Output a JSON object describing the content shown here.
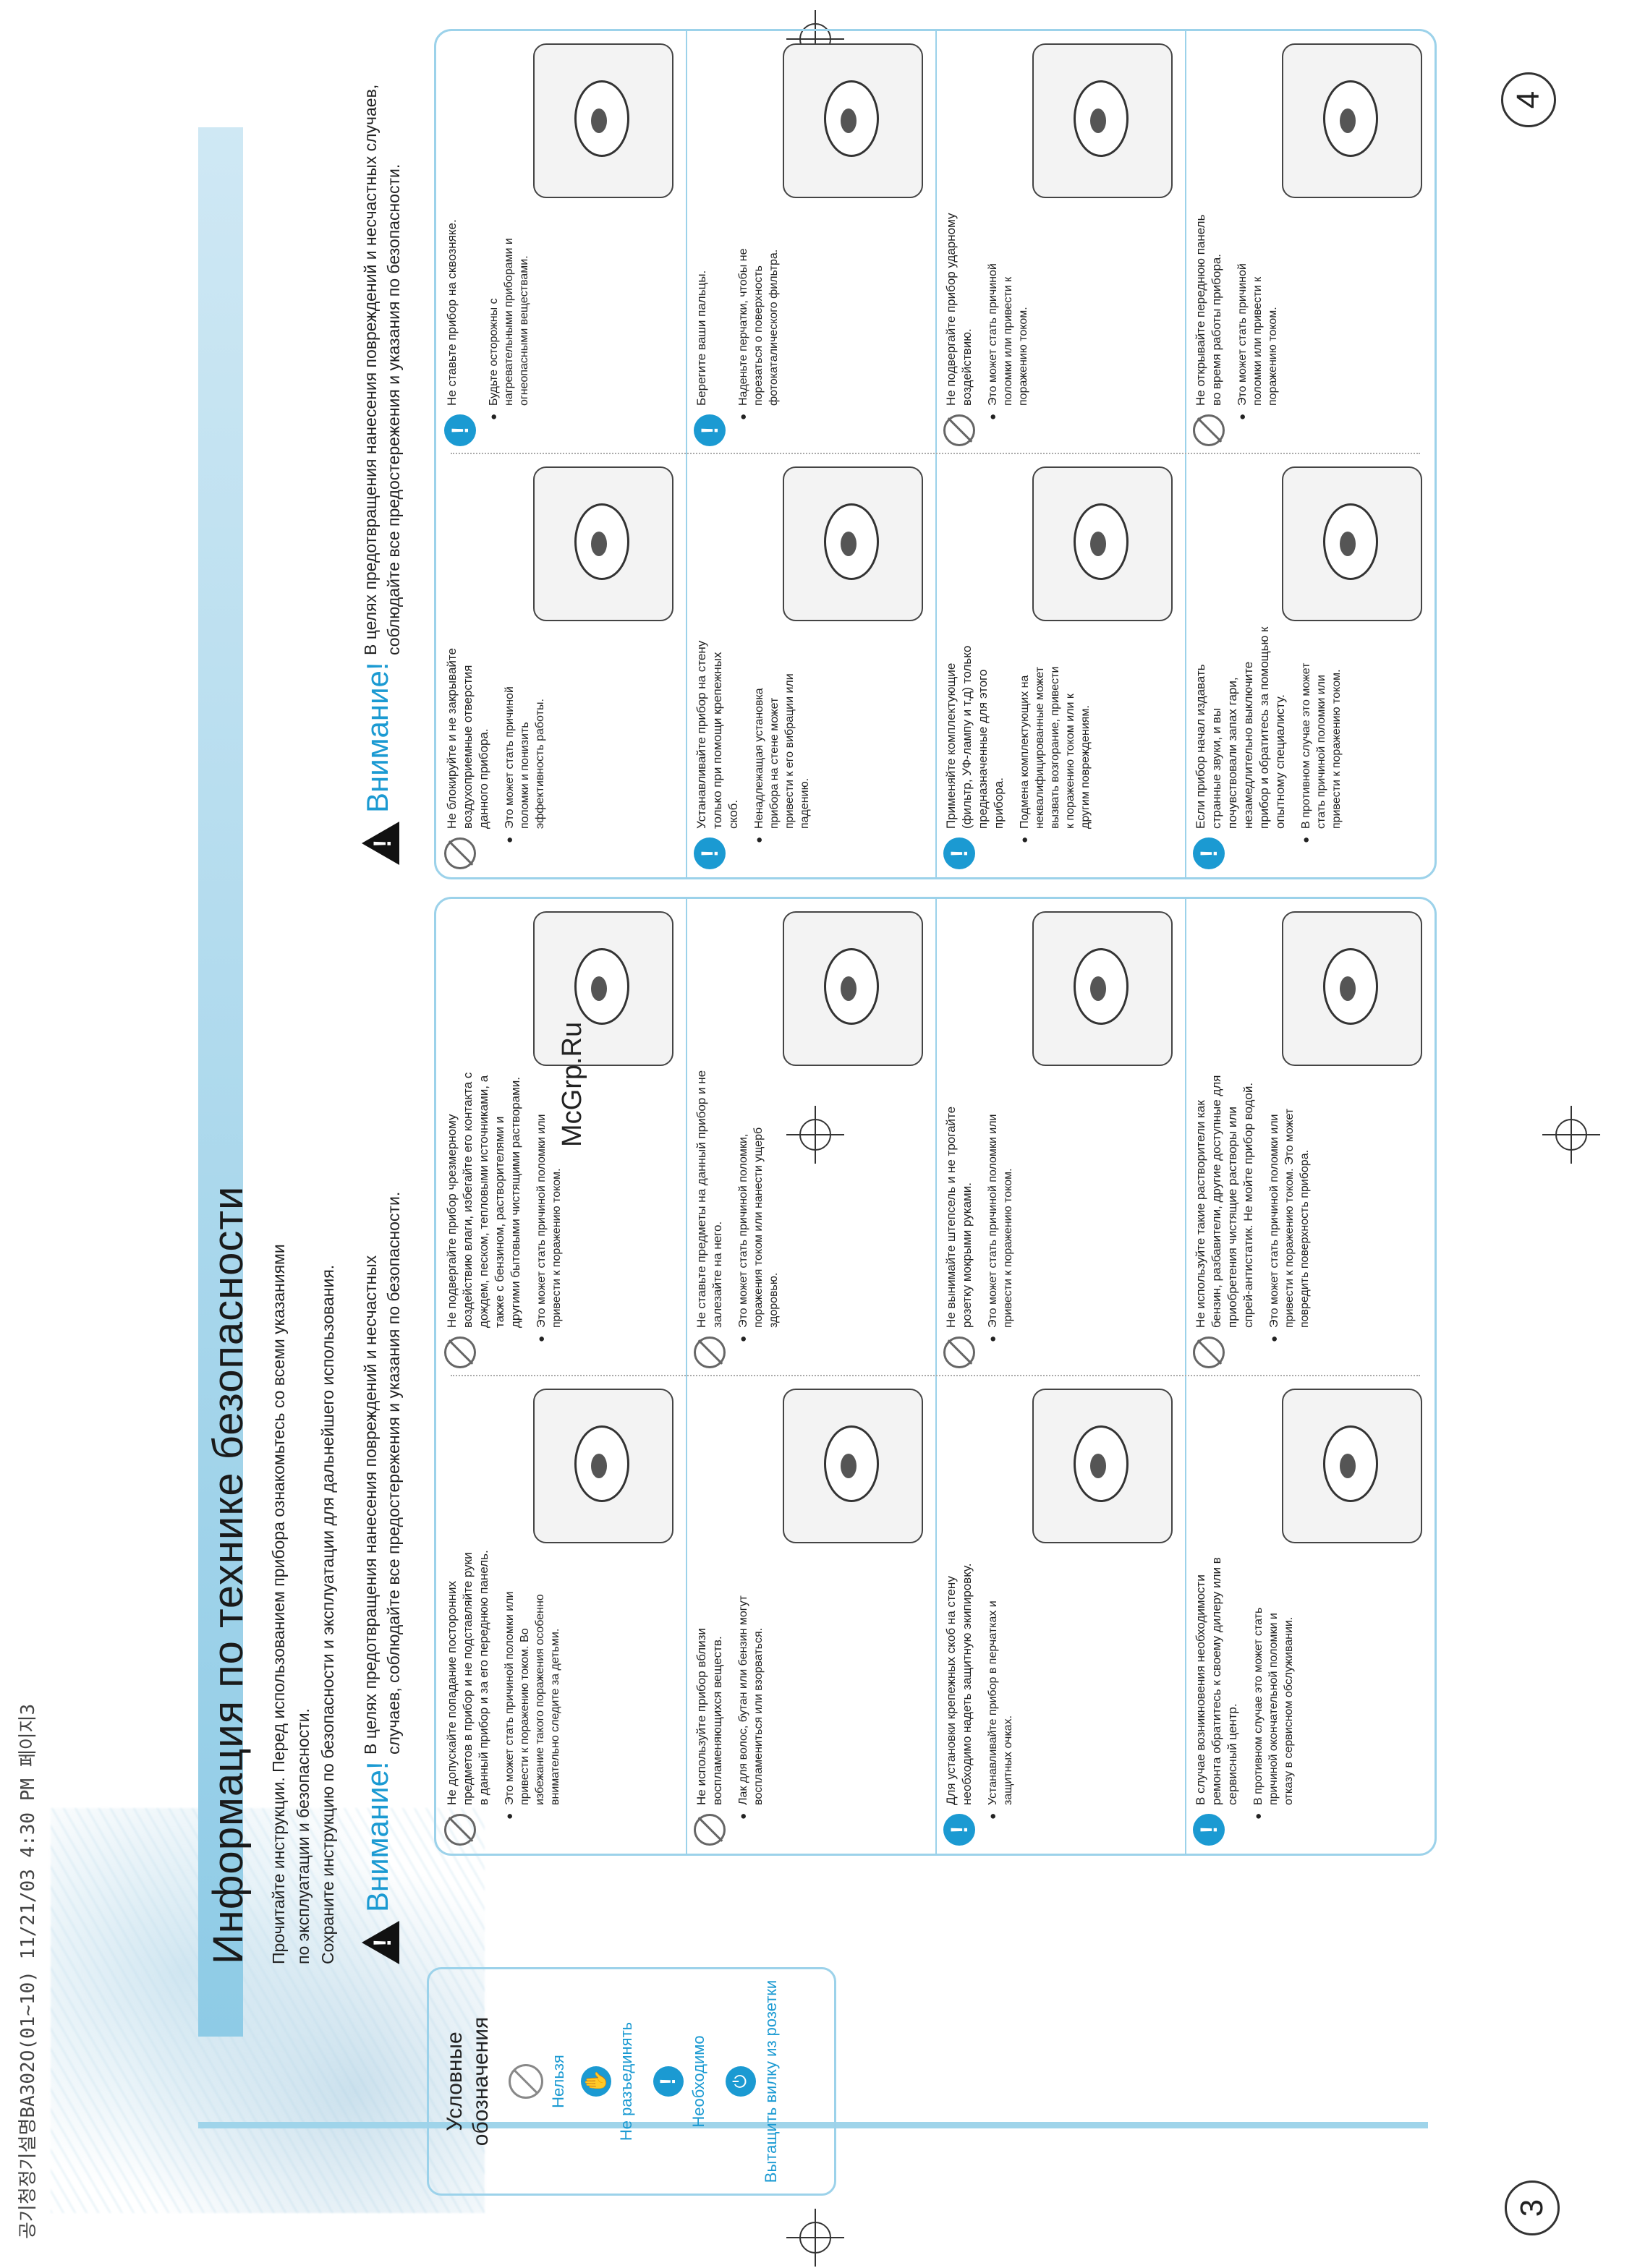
{
  "header_line": "공기청정기설명BA302O(01~10)  11/21/03 4:30 PM  페이지3",
  "page_numbers": {
    "left": "3",
    "right": "4"
  },
  "watermark": "McGrp.Ru",
  "left_page": {
    "title": "Информация по технике безопасности",
    "intro": [
      "Прочитайте инструкции. Перед использованием прибора ознакомьтесь со всеми указаниями",
      "по эксплуатации и безопасности.",
      "Сохраните инструкцию по безопасности и эксплуатации для дальнейшего использования."
    ],
    "warning_word": "Внимание!",
    "warning_text": [
      "В целях предотвращения нанесения повреждений и несчастных",
      "случаев, соблюдайте все предостережения и указания по безопасности."
    ],
    "legend": {
      "title": "Условные обозначения",
      "items": [
        {
          "icon": "prohibited-icon",
          "label": "Нельзя"
        },
        {
          "icon": "disassemble-icon",
          "label": "Не разъединять"
        },
        {
          "icon": "required-icon",
          "label": "Необходимо"
        },
        {
          "icon": "unplug-icon",
          "label": "Вытащить вилку из розетки"
        }
      ]
    },
    "cells": [
      {
        "icon": "prohibited",
        "title": "Не допускайте попадание посторонних предметов в прибор и не подставляйте руки в данный прибор и за его переднюю панель.",
        "body": "Это может стать причиной поломки или привести к поражению током. Во избежание такого поражения особенно внимательно следите за детьми."
      },
      {
        "icon": "prohibited",
        "title": "Не подвергайте прибор чрезмерному воздействию влаги, избегайте его контакта с дождем, песком, тепловыми источниками, а также с бензином, растворителями и другими бытовыми чистящими растворами.",
        "body": "Это может стать причиной поломки или привести к поражению током."
      },
      {
        "icon": "prohibited",
        "title": "Не используйте прибор вблизи воспламеняющихся веществ.",
        "body": "Лак для волос, бутан или бензин могут воспламениться или взорваться."
      },
      {
        "icon": "prohibited",
        "title": "Не ставьте предметы на данный прибор и не залезайте на него.",
        "body": "Это может стать причиной поломки, поражения током или нанести ущерб здоровью."
      },
      {
        "icon": "required",
        "title": "Для установки крепежных скоб на стену необходимо надеть защитную экипировку.",
        "body": "Устанавливайте прибор в перчатках и защитных очках."
      },
      {
        "icon": "prohibited",
        "title": "Не вынимайте штепсель и не трогайте розетку мокрыми руками.",
        "body": "Это может стать причиной поломки или привести к поражению током."
      },
      {
        "icon": "required",
        "title": "В случае возникновения необходимости ремонта обратитесь к своему дилеру или в сервисный центр.",
        "body": "В противном случае это может стать причиной окончательной поломки и отказу в сервисном обслуживании."
      },
      {
        "icon": "prohibited",
        "title": "Не используйте такие растворители как бензин, разбавители, другие доступные для приобретения чистящие растворы или спрей-антистатик. Не мойте прибор водой.",
        "body": "Это может стать причиной поломки или привести к поражению током. Это может повредить поверхность прибора."
      }
    ]
  },
  "right_page": {
    "warning_word": "Внимание!",
    "warning_text": [
      "В целях предотвращения нанесения повреждений и несчастных случаев,",
      "соблюдайте все предостережения и указания по безопасности."
    ],
    "cells": [
      {
        "icon": "prohibited",
        "title": "Не блокируйте и не закрывайте воздухоприемные отверстия данного прибора.",
        "body": "Это может стать причиной поломки и понизить эффективность работы."
      },
      {
        "icon": "required",
        "title": "Не ставьте прибор на сквозняке.",
        "body": "Будьте осторожны с нагревательными приборами и огнеопасными веществами."
      },
      {
        "icon": "required",
        "title": "Устанавливайте прибор на стену только при помощи крепежных скоб.",
        "body": "Ненадлежащая установка прибора на стене может привести к его вибрации или падению."
      },
      {
        "icon": "required",
        "title": "Берегите ваши пальцы.",
        "body": "Наденьте перчатки, чтобы не порезаться о поверхность фотокаталического фильтра."
      },
      {
        "icon": "required",
        "title": "Применяйте комплектующие (фильтр, УФ-лампу и т.д) только предназначенные для этого прибора.",
        "body": "Подмена комплектующих на неквалифицированные может вызвать возгорание, привести к поражению током или к другим повреждениям."
      },
      {
        "icon": "prohibited",
        "title": "Не подвергайте прибор ударному воздействию.",
        "body": "Это может стать причиной поломки или привести к поражению током."
      },
      {
        "icon": "required",
        "title": "Если прибор начал издавать странные звуки, и вы почувствовали запах гари, незамедлительно выключите прибор и обратитесь за помощью к опытному специалисту.",
        "body": "В противном случае это может стать причиной поломки или привести к поражению током."
      },
      {
        "icon": "prohibited",
        "title": "Не открывайте переднюю панель во время работы прибора.",
        "body": "Это может стать причиной поломки или привести к поражению током."
      }
    ]
  }
}
